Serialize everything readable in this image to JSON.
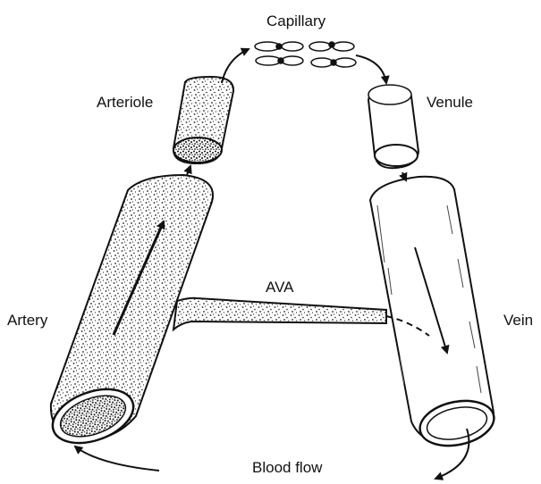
{
  "labels": {
    "capillary": "Capillary",
    "arteriole": "Arteriole",
    "venule": "Venule",
    "ava": "AVA",
    "artery": "Artery",
    "vein": "Vein",
    "blood_flow": "Blood flow"
  },
  "colors": {
    "ink": "#111111",
    "paper": "#ffffff"
  }
}
